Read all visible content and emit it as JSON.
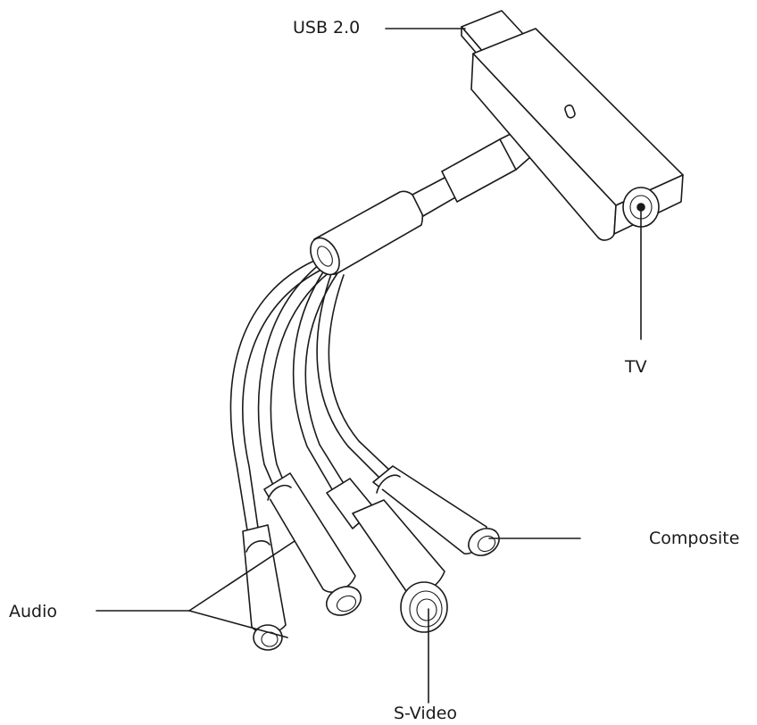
{
  "labels": {
    "usb": "USB 2.0",
    "tv": "TV",
    "composite": "Composite",
    "audio": "Audio",
    "svideo": "S-Video"
  },
  "colors": {
    "ink": "#1a1a1a",
    "background": "#ffffff"
  }
}
